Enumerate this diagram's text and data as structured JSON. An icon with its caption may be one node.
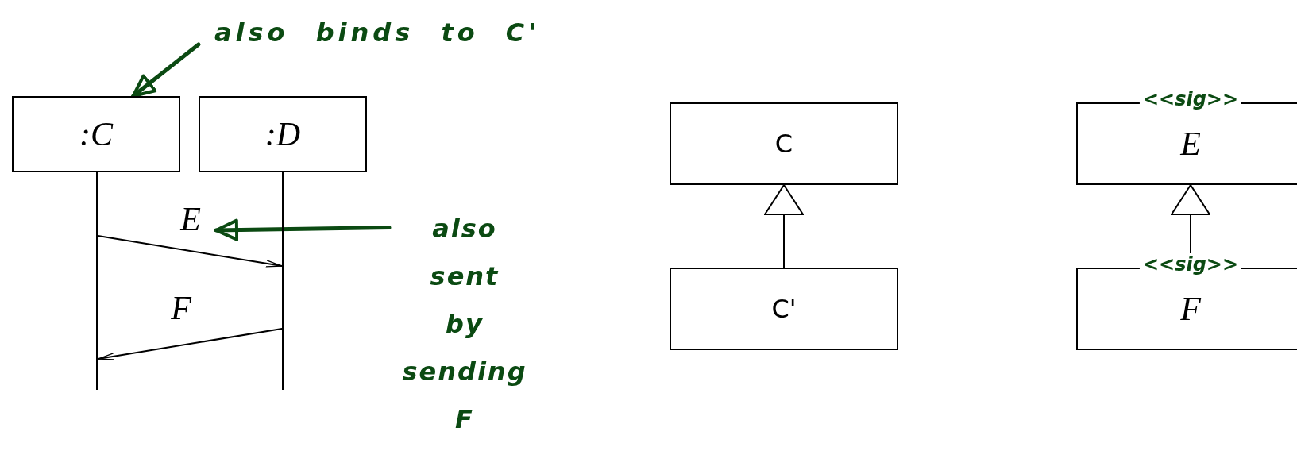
{
  "diagram": {
    "nodes": [
      {
        "text": [
          ":C"
        ]
      },
      {
        "text": [
          ":D"
        ]
      },
      {
        "text": [],
        "shape": "line"
      },
      {
        "text": [],
        "shape": "line"
      },
      {
        "text": [
          "also binds to C'"
        ]
      },
      {
        "text": [
          "also sent by sending F"
        ]
      },
      {
        "text": [
          "C"
        ]
      },
      {
        "text": [
          "C'"
        ]
      },
      {
        "text": [
          "<<sig>>",
          "E"
        ]
      },
      {
        "text": [
          "<<sig>>",
          "F"
        ]
      }
    ],
    "edges": [
      {
        "from": 2,
        "to": 3,
        "arrow": "to",
        "label": "E"
      },
      {
        "from": 3,
        "to": 2,
        "arrow": "to",
        "label": "F"
      },
      {
        "from": 4,
        "to": 0,
        "arrow": "to",
        "style": "thick",
        "color": "#0b4a12"
      },
      {
        "from": 5,
        "to": null,
        "arrow": "to",
        "style": "thick",
        "color": "#0b4a12"
      },
      {
        "from": 7,
        "to": 6,
        "arrow": "to"
      },
      {
        "from": 9,
        "to": 8,
        "arrow": "to"
      }
    ]
  }
}
